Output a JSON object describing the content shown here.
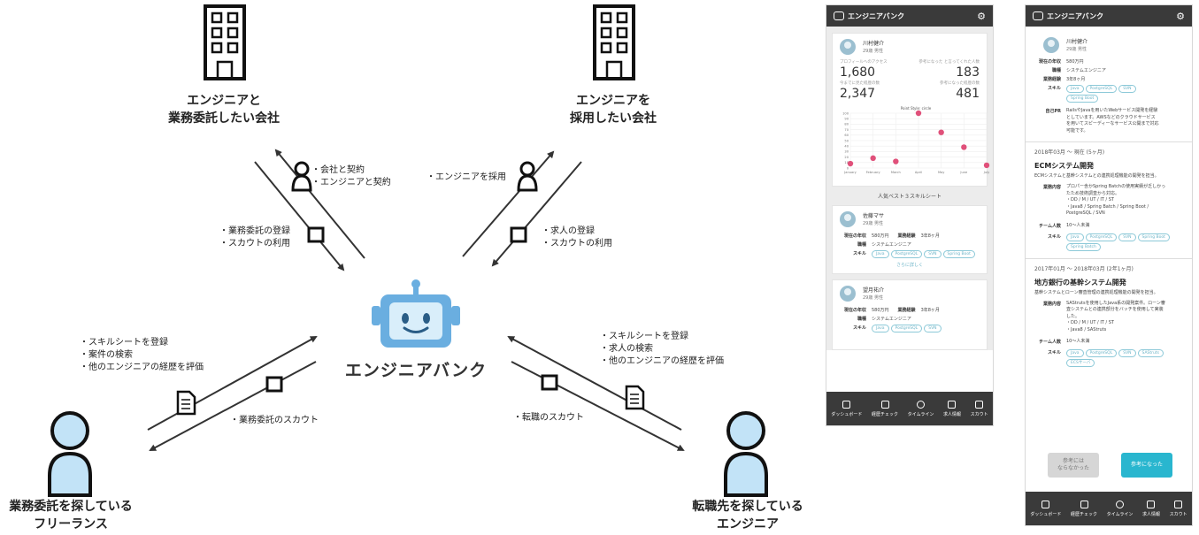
{
  "diagram": {
    "top_left_label": [
      "エンジニアと",
      "業務委託したい会社"
    ],
    "top_right_label": [
      "エンジニアを",
      "採用したい会社"
    ],
    "bottom_left_label": [
      "業務委託を探している",
      "フリーランス"
    ],
    "bottom_right_label": [
      "転職先を探している",
      "エンジニア"
    ],
    "center_logo_text": "エンジニアバンク",
    "notes": {
      "tl_up": [
        "・会社と契約",
        "・エンジニアと契約"
      ],
      "tl_down": [
        "・業務委託の登録",
        "・スカウトの利用"
      ],
      "tr_up": [
        "・エンジニアを採用"
      ],
      "tr_down": [
        "・求人の登録",
        "・スカウトの利用"
      ],
      "bl_up": [
        "・スキルシートを登録",
        "・案件の検索",
        "・他のエンジニアの経歴を評価"
      ],
      "bl_down": [
        "・業務委託のスカウト"
      ],
      "br_up": [
        "・スキルシートを登録",
        "・求人の検索",
        "・他のエンジニアの経歴を評価"
      ],
      "br_down": [
        "・転職のスカウト"
      ]
    },
    "accent_color": "#6aaee0",
    "icons": [
      "building-icon",
      "building-icon",
      "person-icon",
      "person-icon",
      "robot-logo-icon",
      "handshake-person-icon",
      "document-icon",
      "square-marker-icon"
    ]
  },
  "phone_common": {
    "brand": "エンジニアバンク",
    "tabs": [
      "ダッシュボード",
      "経歴チェック",
      "タイムライン",
      "求人情報",
      "スカウト"
    ]
  },
  "phone1": {
    "user_name": "川村健介",
    "user_sub": "29歳 男性",
    "stats": [
      {
        "label": "プロフィールへのアクセス",
        "value": "1,680"
      },
      {
        "label": "参考になった と言ってくれた人数",
        "value": "183"
      },
      {
        "label": "今までに見た経歴の数",
        "value": "2,347"
      },
      {
        "label": "参考になった経歴の数",
        "value": "481"
      }
    ],
    "popular": "人気ベスト３スキルシート",
    "card2": {
      "name": "佐藤マサ",
      "sub": "29歳 男性",
      "annual_label": "現在の年収",
      "annual": "580万円",
      "exp_label": "業務経験",
      "exp": "3年8ヶ月",
      "job_label": "職種",
      "job": "システムエンジニア",
      "skill_label": "スキル",
      "skills": [
        "Java",
        "PostgreSQL",
        "SVN",
        "Spring Boot"
      ],
      "more": "さらに詳しく"
    },
    "card3": {
      "name": "望月祐介",
      "sub": "29歳 男性",
      "annual_label": "現在の年収",
      "annual": "580万円",
      "exp_label": "業務経験",
      "exp": "3年8ヶ月",
      "job_label": "職種",
      "job": "システムエンジニア",
      "skill_label": "スキル",
      "skills": [
        "Java",
        "PostgreSQL",
        "SVN"
      ]
    }
  },
  "chart_data": {
    "type": "scatter",
    "title": "Point Style: circle",
    "categories": [
      "January",
      "February",
      "March",
      "April",
      "May",
      "June",
      "July"
    ],
    "values": [
      8,
      18,
      12,
      100,
      65,
      38,
      5
    ],
    "ylim": [
      0,
      100
    ],
    "yticks": [
      0,
      10,
      20,
      30,
      40,
      50,
      60,
      70,
      80,
      90,
      100
    ],
    "grid": true,
    "point_color": "#e0507a"
  },
  "phone2": {
    "user_name": "川村健介",
    "user_sub": "29歳 男性",
    "annual_label": "現在の年収",
    "annual": "580万円",
    "job_label": "職種",
    "job": "システムエンジニア",
    "exp_label": "業務経験",
    "exp": "3年8ヶ月",
    "skill_label": "スキル",
    "skills": [
      "Java",
      "PostgreSQL",
      "SVN",
      "Spring Boot"
    ],
    "pr_label": "自己PR",
    "pr": [
      "RailsやJavaを用いたWebサービス開発を経験",
      "としています。AWSなどのクラウドサービス",
      "を用いてスピーディーなサービス公開まで対応",
      "可能です。"
    ],
    "project1": {
      "period": "2018年03月 〜 現在 (5ヶ月)",
      "title": "ECMシステム開発",
      "desc": "ECMシステムと基幹システムとの連携処理機能の開発を担当。",
      "work_label": "業務内容",
      "work": [
        "プロパー含かSpring Batchの使用実績が乏しかっ",
        "たため技術調査から対応。",
        "・DD / M / UT / IT / ST",
        "・Java8 / Spring Batch / Spring Boot /",
        "PostgreSQL / SVN"
      ],
      "team_label": "チーム人数",
      "team": "10〜人未満",
      "skill_label": "スキル",
      "skills": [
        "Java",
        "PostgreSQL",
        "SVN",
        "Spring Boot",
        "Spring Batch"
      ]
    },
    "project2": {
      "period": "2017年01月 〜 2018年03月 (2年1ヶ月)",
      "title": "地方銀行の基幹システム開発",
      "desc": "基幹システムとローン審査管理の連携処理機能の開発を担当。",
      "work_label": "業務内容",
      "work": [
        "SAStrutsを使用したJava系の開発案件。ローン審",
        "査システムとの連携部分をバッチを使用して実装",
        "した。",
        "・DD / M / UT / IT / ST",
        "・Java8 / SAStruts"
      ],
      "team_label": "チーム人数",
      "team": "10〜人未満",
      "skill_label": "スキル",
      "skills": [
        "Java",
        "PostgreSQL",
        "SVN",
        "SAStruts",
        "ECSサーバ"
      ]
    },
    "btn_no": [
      "参考には",
      "ならなかった"
    ],
    "btn_yes": "参考になった"
  }
}
